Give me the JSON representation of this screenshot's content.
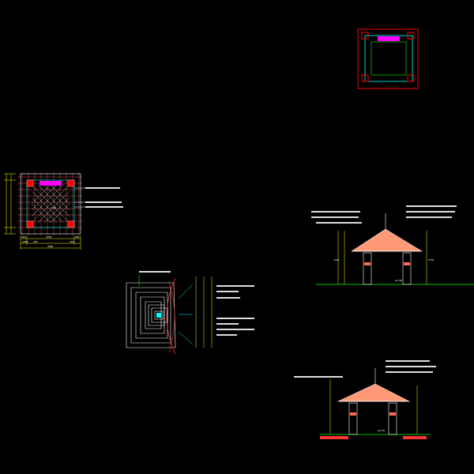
{
  "colors": {
    "background": "#000000",
    "red": "#ff0000",
    "cyan": "#00ffff",
    "green": "#00ff00",
    "magenta": "#ff00ff",
    "yellow": "#ffff00",
    "white": "#ffffff",
    "blue": "#3355ff",
    "roof_fill": "#ff9977"
  },
  "drawing": {
    "plan_dims_top": [
      "400",
      "3200",
      "400"
    ],
    "plan_dims_bottom": [
      "4000",
      "100",
      "3800",
      "100"
    ],
    "plan_label_center": "1:20",
    "elev1_heights": [
      "3700",
      "2750"
    ],
    "elev1_ground": "±0.00",
    "elev2_ground": "±0.00"
  }
}
